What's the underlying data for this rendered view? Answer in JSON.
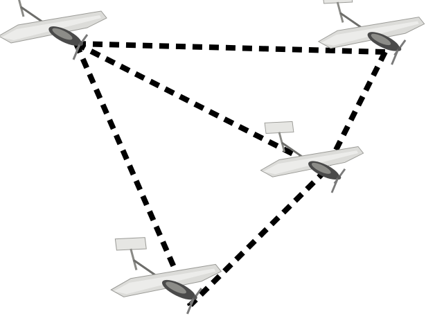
{
  "diagram": {
    "node_icon": "fixed-wing-uav-icon",
    "nodes": [
      {
        "id": "uav-top-left"
      },
      {
        "id": "uav-top-right"
      },
      {
        "id": "uav-middle-right"
      },
      {
        "id": "uav-bottom"
      }
    ],
    "links": [
      {
        "from": "uav-top-left",
        "to": "uav-top-right"
      },
      {
        "from": "uav-top-left",
        "to": "uav-middle-right"
      },
      {
        "from": "uav-top-left",
        "to": "uav-bottom"
      },
      {
        "from": "uav-top-right",
        "to": "uav-middle-right"
      },
      {
        "from": "uav-middle-right",
        "to": "uav-bottom"
      }
    ],
    "link_style": "dashed",
    "colors": {
      "background": "#ffffff",
      "link": "#000000",
      "wing": "#d9d9d6",
      "wing_edge": "#9a9a96",
      "fuselage": "#4a4a4a",
      "propeller": "#7a7a7a"
    }
  }
}
